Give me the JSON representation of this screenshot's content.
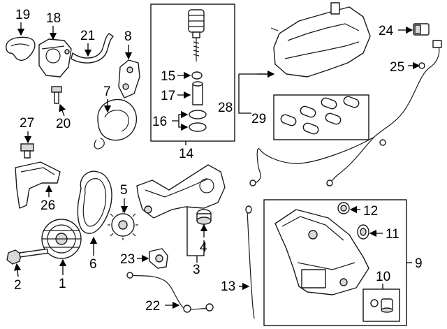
{
  "colors": {
    "line": "#1a1a1a",
    "background": "#ffffff",
    "shade": "#d9d9d9"
  },
  "callouts": {
    "c1": "1",
    "c2": "2",
    "c3": "3",
    "c4": "4",
    "c5": "5",
    "c6": "6",
    "c7": "7",
    "c8": "8",
    "c9": "9",
    "c10": "10",
    "c11": "11",
    "c12": "12",
    "c13": "13",
    "c14": "14",
    "c15": "15",
    "c16": "16",
    "c17": "17",
    "c18": "18",
    "c19": "19",
    "c20": "20",
    "c21": "21",
    "c22": "22",
    "c23": "23",
    "c24": "24",
    "c25": "25",
    "c26": "26",
    "c27": "27",
    "c28": "28",
    "c29": "29"
  }
}
